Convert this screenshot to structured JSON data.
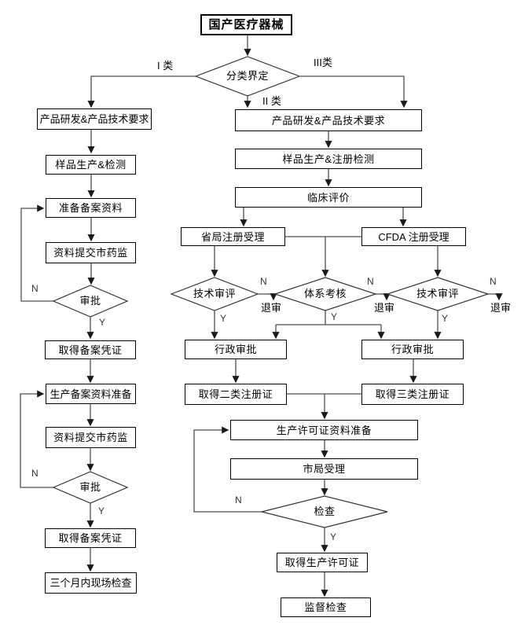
{
  "diagram": {
    "title": "国产医疗器械",
    "classify_decision": "分类界定",
    "branch_labels": {
      "class1": "I 类",
      "class2": "II 类",
      "class3": "III类"
    },
    "edge_labels": {
      "yes": "Y",
      "no": "N",
      "reject": "退审"
    },
    "left_flow": {
      "l1": "产品研发&产品技术要求",
      "l2": "样品生产&检测",
      "l3": "准备备案资料",
      "l4": "资料提交市药监",
      "l5": "审批",
      "l6": "取得备案凭证",
      "l7": "生产备案资料准备",
      "l8": "资料提交市药监",
      "l9": "审批",
      "l10": "取得备案凭证",
      "l11": "三个月内现场检查"
    },
    "middle_flow": {
      "m1": "产品研发&产品技术要求",
      "m2": "样品生产&注册检测",
      "m3": "临床评价",
      "m4": "省局注册受理",
      "m5": "CFDA 注册受理",
      "d1": "技术审评",
      "d2": "体系考核",
      "d3": "技术审评",
      "m6": "行政审批",
      "m7": "行政审批",
      "m8": "取得二类注册证",
      "m9": "取得三类注册证",
      "m10": "生产许可证资料准备",
      "m11": "市局受理",
      "d4": "检查",
      "m12": "取得生产许可证",
      "m13": "监督检查"
    }
  }
}
